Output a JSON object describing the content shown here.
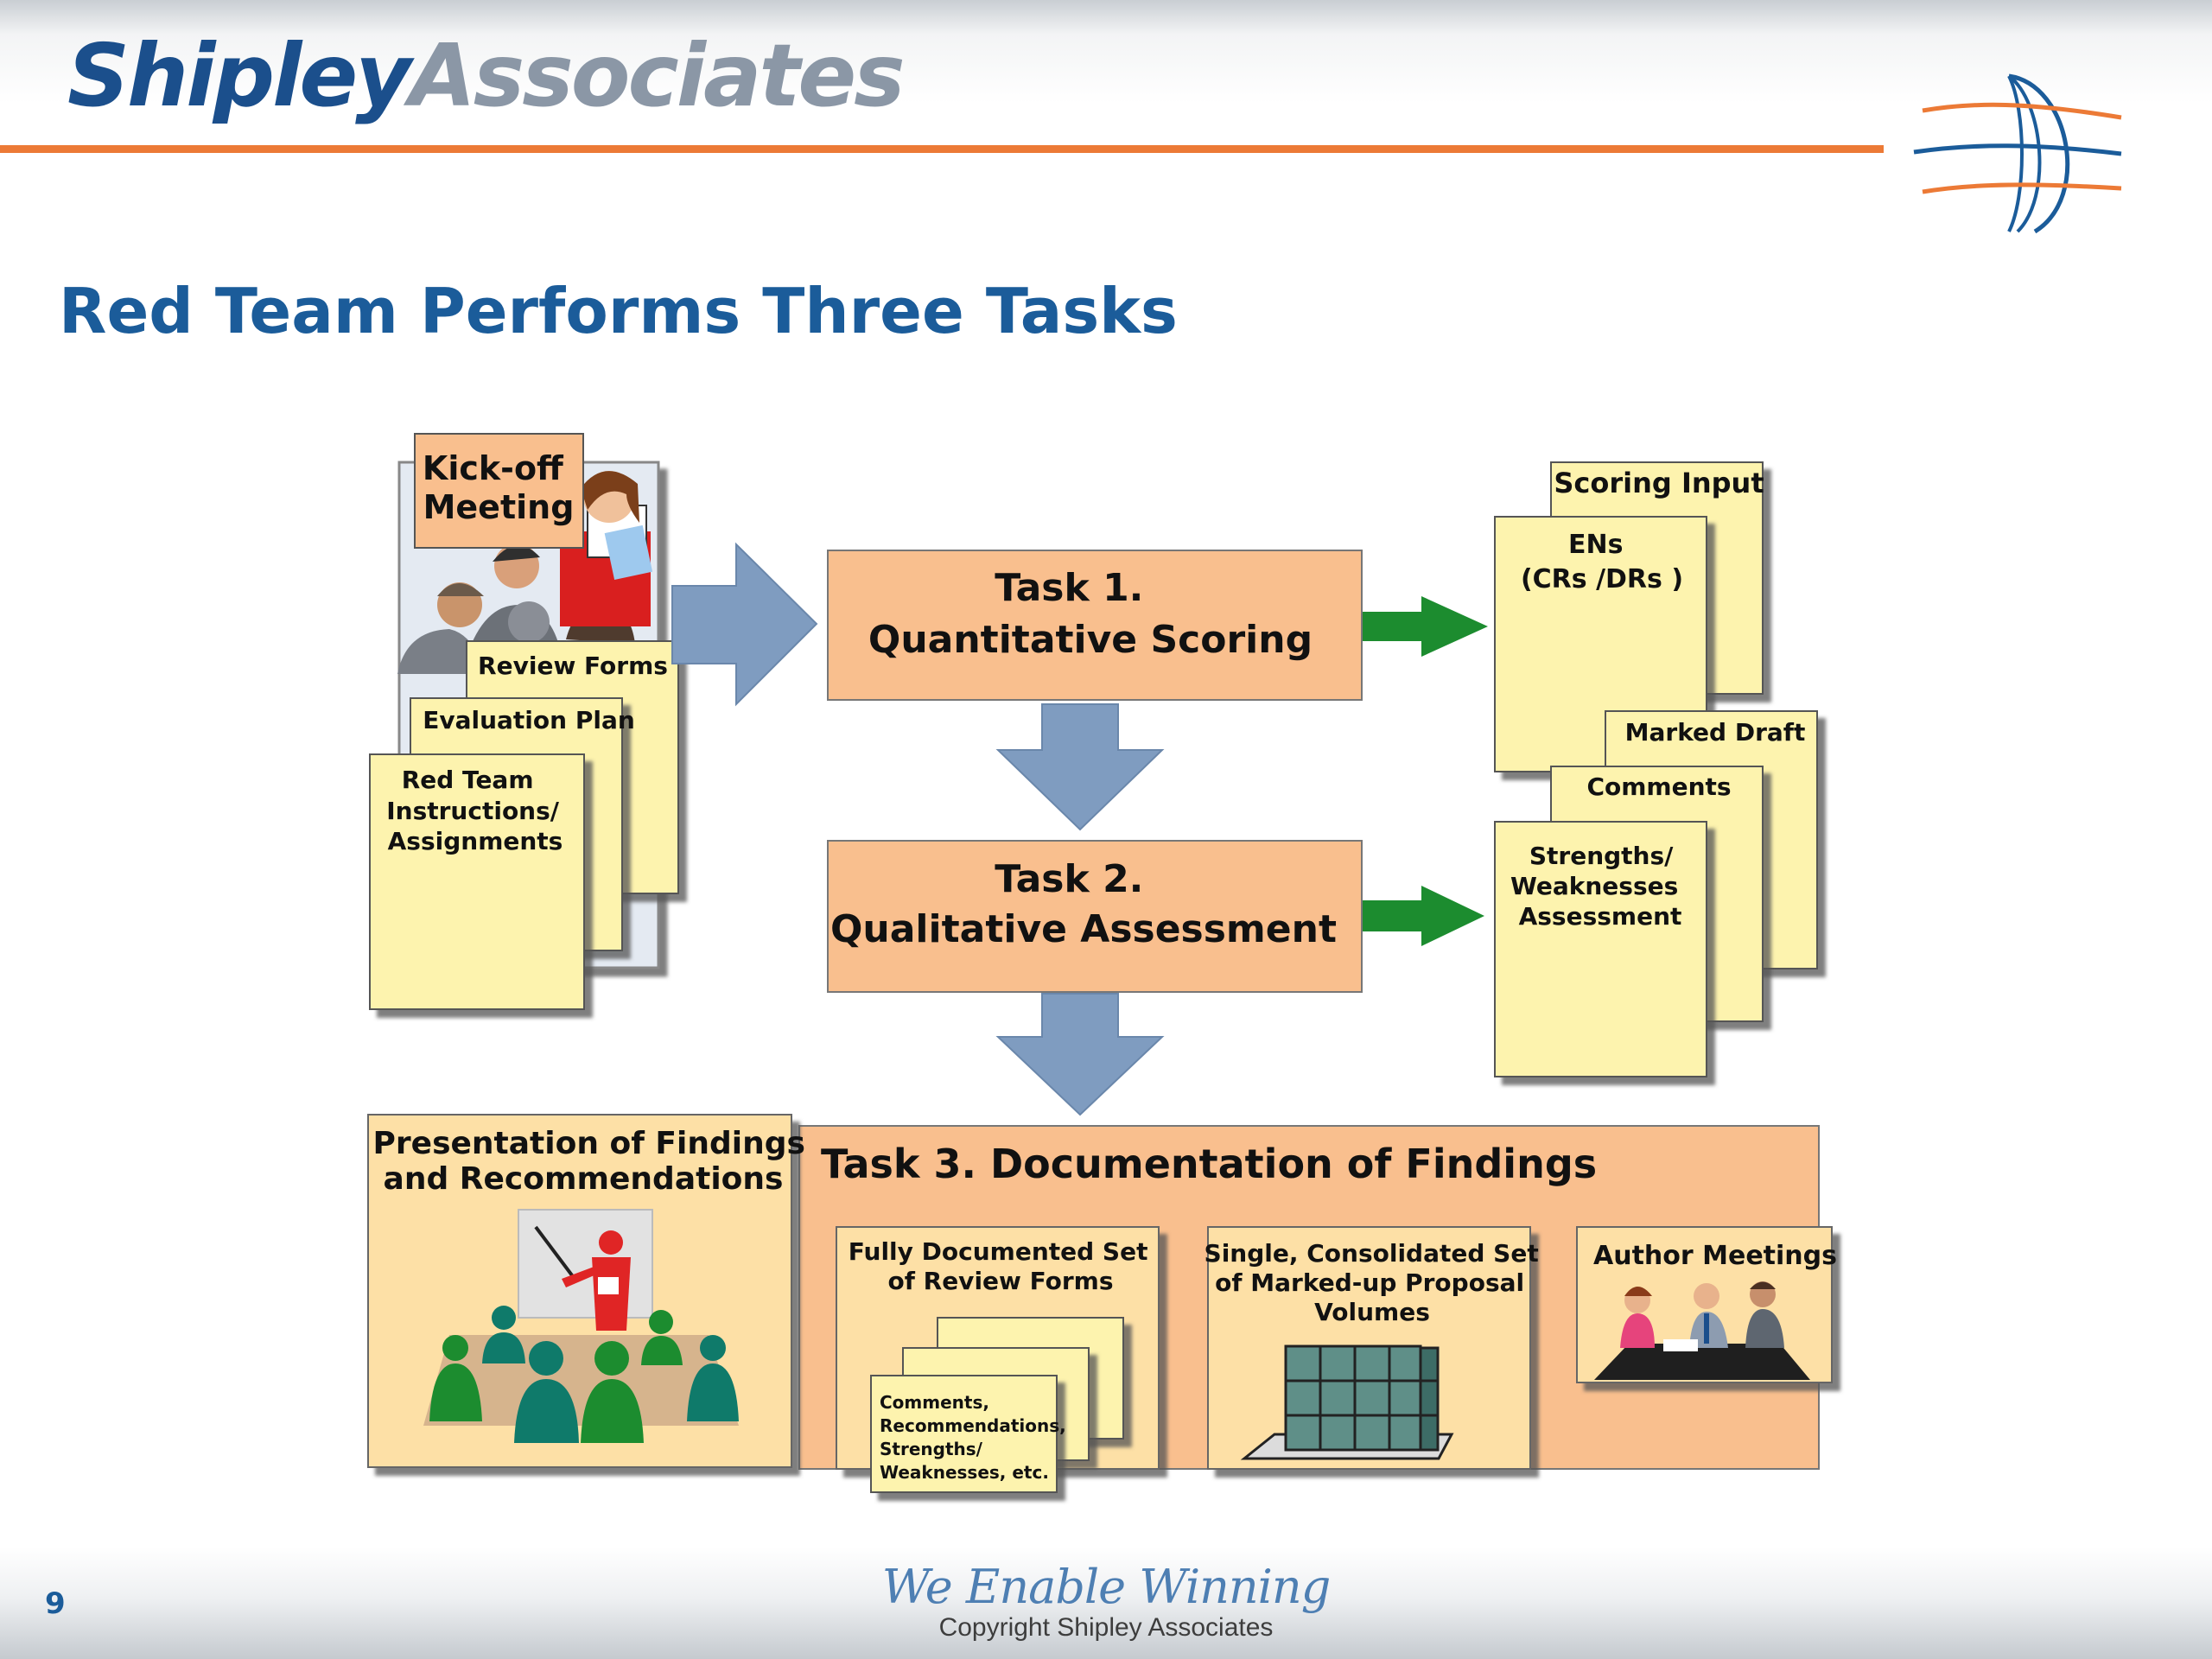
{
  "header": {
    "logo_primary": "Shipley",
    "logo_secondary": "Associates",
    "accent_color": "#ec7a36",
    "brand_color": "#1b4f8c"
  },
  "title": "Red Team Performs Three Tasks",
  "inputs": {
    "kickoff": [
      "Kick-off",
      "Meeting"
    ],
    "review_forms": "Review Forms",
    "evaluation_plan": "Evaluation Plan",
    "instructions": [
      "Red Team",
      "Instructions/",
      "Assignments"
    ]
  },
  "tasks": {
    "task1": [
      "Task 1.",
      "Quantitative Scoring"
    ],
    "task2": [
      "Task 2.",
      "Qualitative Assessment"
    ],
    "task3": "Task 3.  Documentation of Findings"
  },
  "outputs": {
    "scoring_input": "Scoring Input",
    "ens": [
      "ENs",
      "(CRs /DRs )"
    ],
    "marked_draft": "Marked Draft",
    "comments": "Comments",
    "strengths": [
      "Strengths/",
      "Weaknesses",
      "Assessment"
    ]
  },
  "findings": {
    "presentation": [
      "Presentation of Findings",
      "and Recommendations"
    ],
    "review_set": [
      "Fully Documented Set",
      "of Review Forms"
    ],
    "review_set_note": [
      "Comments,",
      "Recommendations,",
      "Strengths/",
      "Weaknesses, etc."
    ],
    "consolidated": [
      "Single, Consolidated Set",
      "of Marked-up Proposal",
      "Volumes"
    ],
    "author_meetings": "Author Meetings"
  },
  "footer": {
    "page_number": "9",
    "tagline": "We Enable Winning",
    "copyright": "Copyright Shipley Associates"
  }
}
